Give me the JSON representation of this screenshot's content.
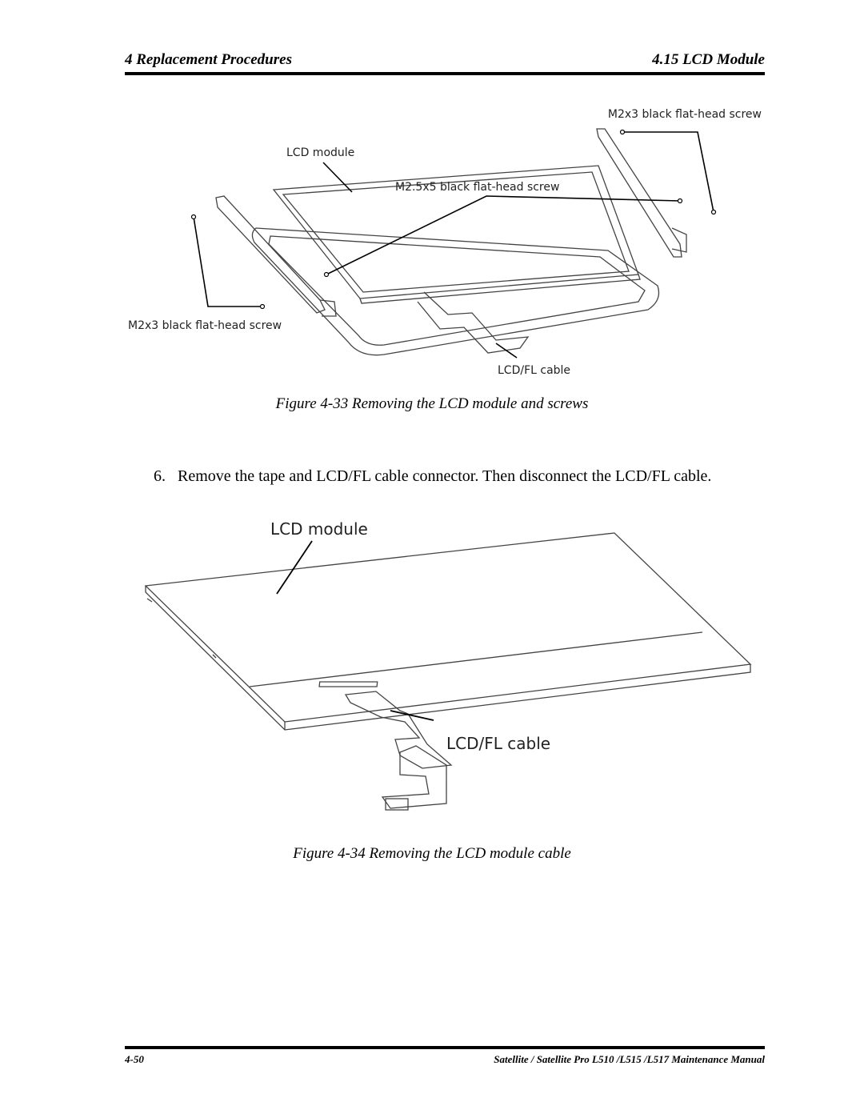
{
  "header": {
    "chapter": "4 Replacement Procedures",
    "section": "4.15 LCD Module"
  },
  "figure1": {
    "labels": {
      "screw_top_right": "M2x3 black flat-head screw",
      "lcd_module": "LCD module",
      "screw_center": "M2.5x5 black flat-head screw",
      "screw_left": "M2x3 black flat-head screw",
      "cable": "LCD/FL cable"
    },
    "caption": "Figure 4-33 Removing the LCD module and screws"
  },
  "step": {
    "number": "6.",
    "text": "Remove the tape and LCD/FL cable connector. Then disconnect the LCD/FL cable."
  },
  "figure2": {
    "labels": {
      "lcd_module": "LCD module",
      "cable": "LCD/FL cable"
    },
    "caption": "Figure 4-34 Removing the LCD module cable"
  },
  "footer": {
    "page": "4-50",
    "manual": "Satellite / Satellite Pro L510 /L515 /L517   Maintenance Manual"
  }
}
